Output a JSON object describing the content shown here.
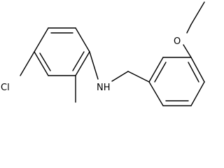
{
  "molecule": {
    "atoms": {
      "chlorine": "Cl",
      "amine": "NH",
      "oxygen": "O"
    }
  }
}
